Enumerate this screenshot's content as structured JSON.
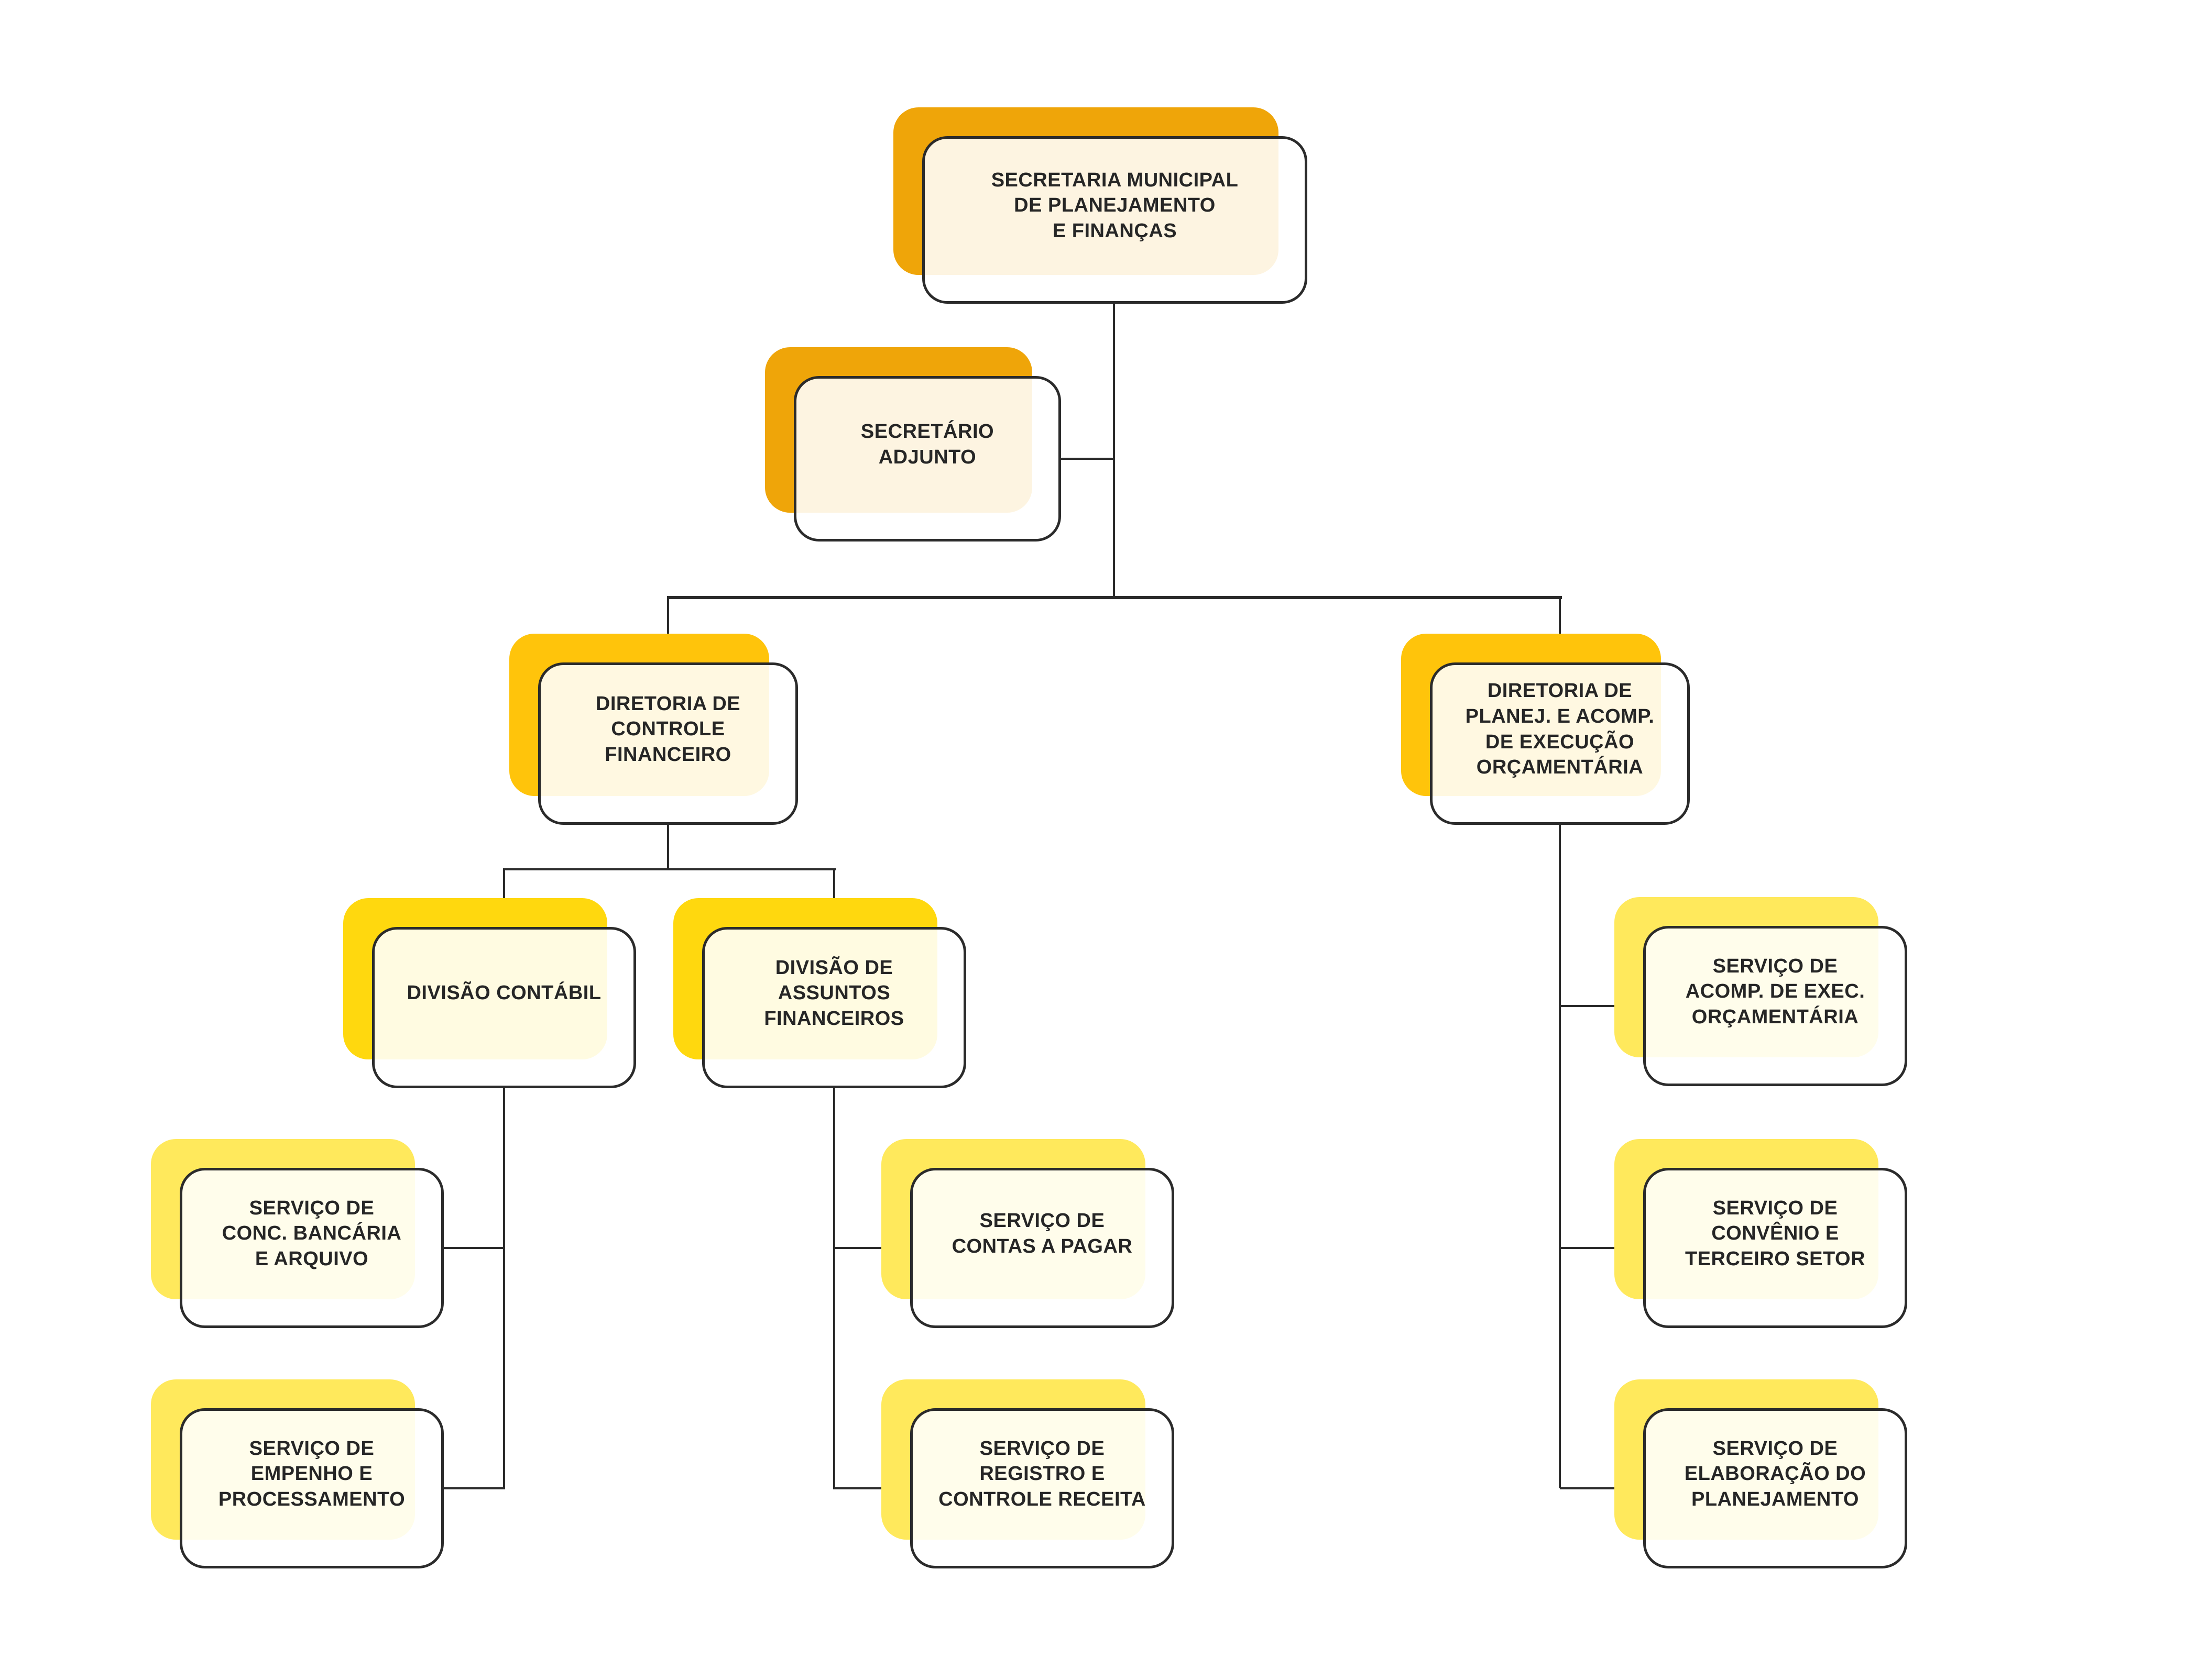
{
  "palette": {
    "background": "#ffffff",
    "line": "#2b2b2b",
    "border": "#2b2b2b",
    "text": "#262626",
    "level1": "#efa509",
    "level2": "#ffc40b",
    "level3": "#ffd80e",
    "level4": "#ffe95c"
  },
  "diagram": {
    "type": "org-chart",
    "language": "pt-BR"
  },
  "nodes": {
    "secretaria": {
      "label": "SECRETARIA MUNICIPAL\nDE PLANEJAMENTO\nE FINANÇAS",
      "level": 1
    },
    "adjunto": {
      "label": "SECRETÁRIO\nADJUNTO",
      "level": 1
    },
    "dir_controle": {
      "label": "DIRETORIA DE\nCONTROLE\nFINANCEIRO",
      "level": 2
    },
    "dir_planej": {
      "label": "DIRETORIA DE\nPLANEJ. E ACOMP.\nDE EXECUÇÃO\nORÇAMENTÁRIA",
      "level": 2
    },
    "div_contabil": {
      "label": "DIVISÃO CONTÁBIL",
      "level": 3
    },
    "div_assuntos": {
      "label": "DIVISÃO DE\nASSUNTOS\nFINANCEIROS",
      "level": 3
    },
    "sv_conc": {
      "label": "SERVIÇO DE\nCONC. BANCÁRIA\nE ARQUIVO",
      "level": 4
    },
    "sv_empenho": {
      "label": "SERVIÇO DE\nEMPENHO E\nPROCESSAMENTO",
      "level": 4
    },
    "sv_contas": {
      "label": "SERVIÇO DE\nCONTAS A PAGAR",
      "level": 4
    },
    "sv_registro": {
      "label": "SERVIÇO DE\nREGISTRO E\nCONTROLE RECEITA",
      "level": 4
    },
    "sv_acomp": {
      "label": "SERVIÇO DE\nACOMP. DE EXEC.\nORÇAMENTÁRIA",
      "level": 4
    },
    "sv_convenio": {
      "label": "SERVIÇO DE\nCONVÊNIO E\nTERCEIRO SETOR",
      "level": 4
    },
    "sv_elaboracao": {
      "label": "SERVIÇO DE\nELABORAÇÃO DO\nPLANEJAMENTO",
      "level": 4
    }
  },
  "edges": [
    [
      "secretaria",
      "adjunto"
    ],
    [
      "secretaria",
      "dir_controle"
    ],
    [
      "secretaria",
      "dir_planej"
    ],
    [
      "dir_controle",
      "div_contabil"
    ],
    [
      "dir_controle",
      "div_assuntos"
    ],
    [
      "div_contabil",
      "sv_conc"
    ],
    [
      "div_contabil",
      "sv_empenho"
    ],
    [
      "div_assuntos",
      "sv_contas"
    ],
    [
      "div_assuntos",
      "sv_registro"
    ],
    [
      "dir_planej",
      "sv_acomp"
    ],
    [
      "dir_planej",
      "sv_convenio"
    ],
    [
      "dir_planej",
      "sv_elaboracao"
    ]
  ]
}
